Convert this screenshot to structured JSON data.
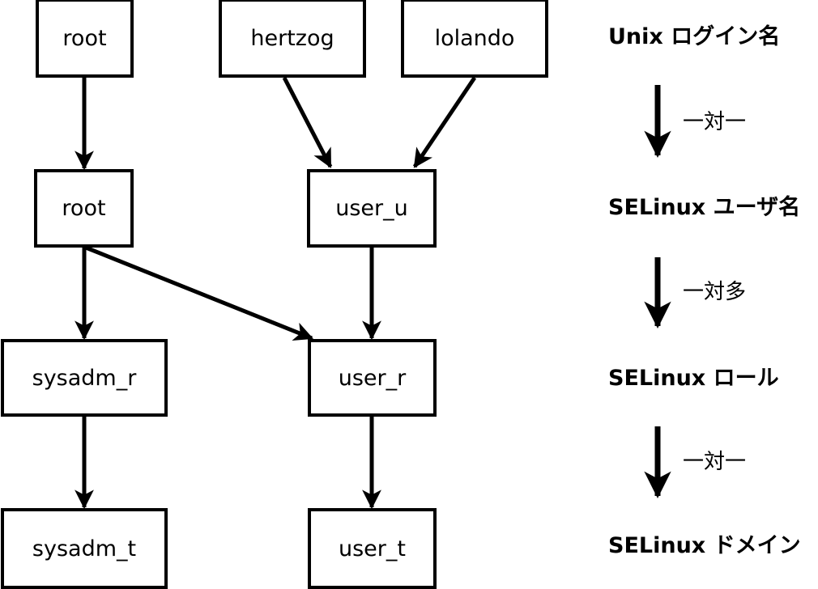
{
  "diagram": {
    "columns": {
      "left_column_nodes": [
        {
          "id": "unix-root",
          "label": "root"
        },
        {
          "id": "seuser-root",
          "label": "root"
        },
        {
          "id": "role-sysadm-r",
          "label": "sysadm_r"
        },
        {
          "id": "domain-sysadm-t",
          "label": "sysadm_t"
        }
      ],
      "middle_column_nodes": [
        {
          "id": "unix-hertzog",
          "label": "hertzog"
        },
        {
          "id": "unix-lolando",
          "label": "lolando"
        },
        {
          "id": "seuser-user-u",
          "label": "user_u"
        },
        {
          "id": "role-user-r",
          "label": "user_r"
        },
        {
          "id": "domain-user-t",
          "label": "user_t"
        }
      ]
    },
    "legend": {
      "levels": [
        {
          "id": "level-unix-login",
          "label": "Unix ログイン名"
        },
        {
          "id": "level-selinux-user",
          "label": "SELinux ユーザ名"
        },
        {
          "id": "level-selinux-role",
          "label": "SELinux ロール"
        },
        {
          "id": "level-selinux-domain",
          "label": "SELinux ドメイン"
        }
      ],
      "relations": [
        {
          "id": "relation-1",
          "label": "一対一"
        },
        {
          "id": "relation-2",
          "label": "一対多"
        },
        {
          "id": "relation-3",
          "label": "一対一"
        }
      ]
    },
    "edges": [
      {
        "from": "unix-root",
        "to": "seuser-root"
      },
      {
        "from": "unix-hertzog",
        "to": "seuser-user-u"
      },
      {
        "from": "unix-lolando",
        "to": "seuser-user-u"
      },
      {
        "from": "seuser-root",
        "to": "role-sysadm-r"
      },
      {
        "from": "seuser-root",
        "to": "role-user-r"
      },
      {
        "from": "seuser-user-u",
        "to": "role-user-r"
      },
      {
        "from": "role-sysadm-r",
        "to": "domain-sysadm-t"
      },
      {
        "from": "role-user-r",
        "to": "domain-user-t"
      }
    ],
    "colors": {
      "stroke": "#000000",
      "fill": "#ffffff",
      "text": "#000000"
    }
  }
}
